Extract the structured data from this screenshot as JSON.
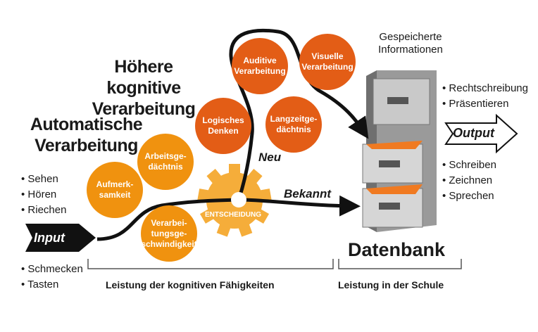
{
  "headings": {
    "higher": "Höhere kognitive Verarbeitung",
    "automatic": "Automatische Verarbeitung",
    "database": "Datenbank",
    "stored": "Gespeicherte Informationen"
  },
  "inputs_top": [
    "• Sehen",
    "• Hören",
    "• Riechen"
  ],
  "inputs_bottom": [
    "• Schmecken",
    "• Tasten"
  ],
  "input_label": "Input",
  "output_label": "Output",
  "outputs_top": [
    "• Rechtschreibung",
    "• Präsentieren"
  ],
  "outputs_bottom": [
    "• Schreiben",
    "• Zeichnen",
    "• Sprechen"
  ],
  "circles": {
    "aufmerksamkeit": "Aufmerk- samkeit",
    "arbeitsgedaechtnis": "Arbeitsge- dächtnis",
    "verarbeitungsgeschwindigkeit": "Verarbei- tungsge- schwindigkeit",
    "logisches_denken": "Logisches Denken",
    "langzeitgedaechtnis": "Langzeitge- dächtnis",
    "auditive": "Auditive Verarbeitung",
    "visuelle": "Visuelle Verarbeitung"
  },
  "gear_label": "ENTSCHEIDUNG",
  "path_new": "Neu",
  "path_known": "Bekannt",
  "bracket_left": "Leistung der kognitiven Fähigkeiten",
  "bracket_right": "Leistung in der Schule",
  "colors": {
    "light_orange": "#f0920f",
    "dark_orange": "#e35d16",
    "gear": "#f5ad3a"
  }
}
